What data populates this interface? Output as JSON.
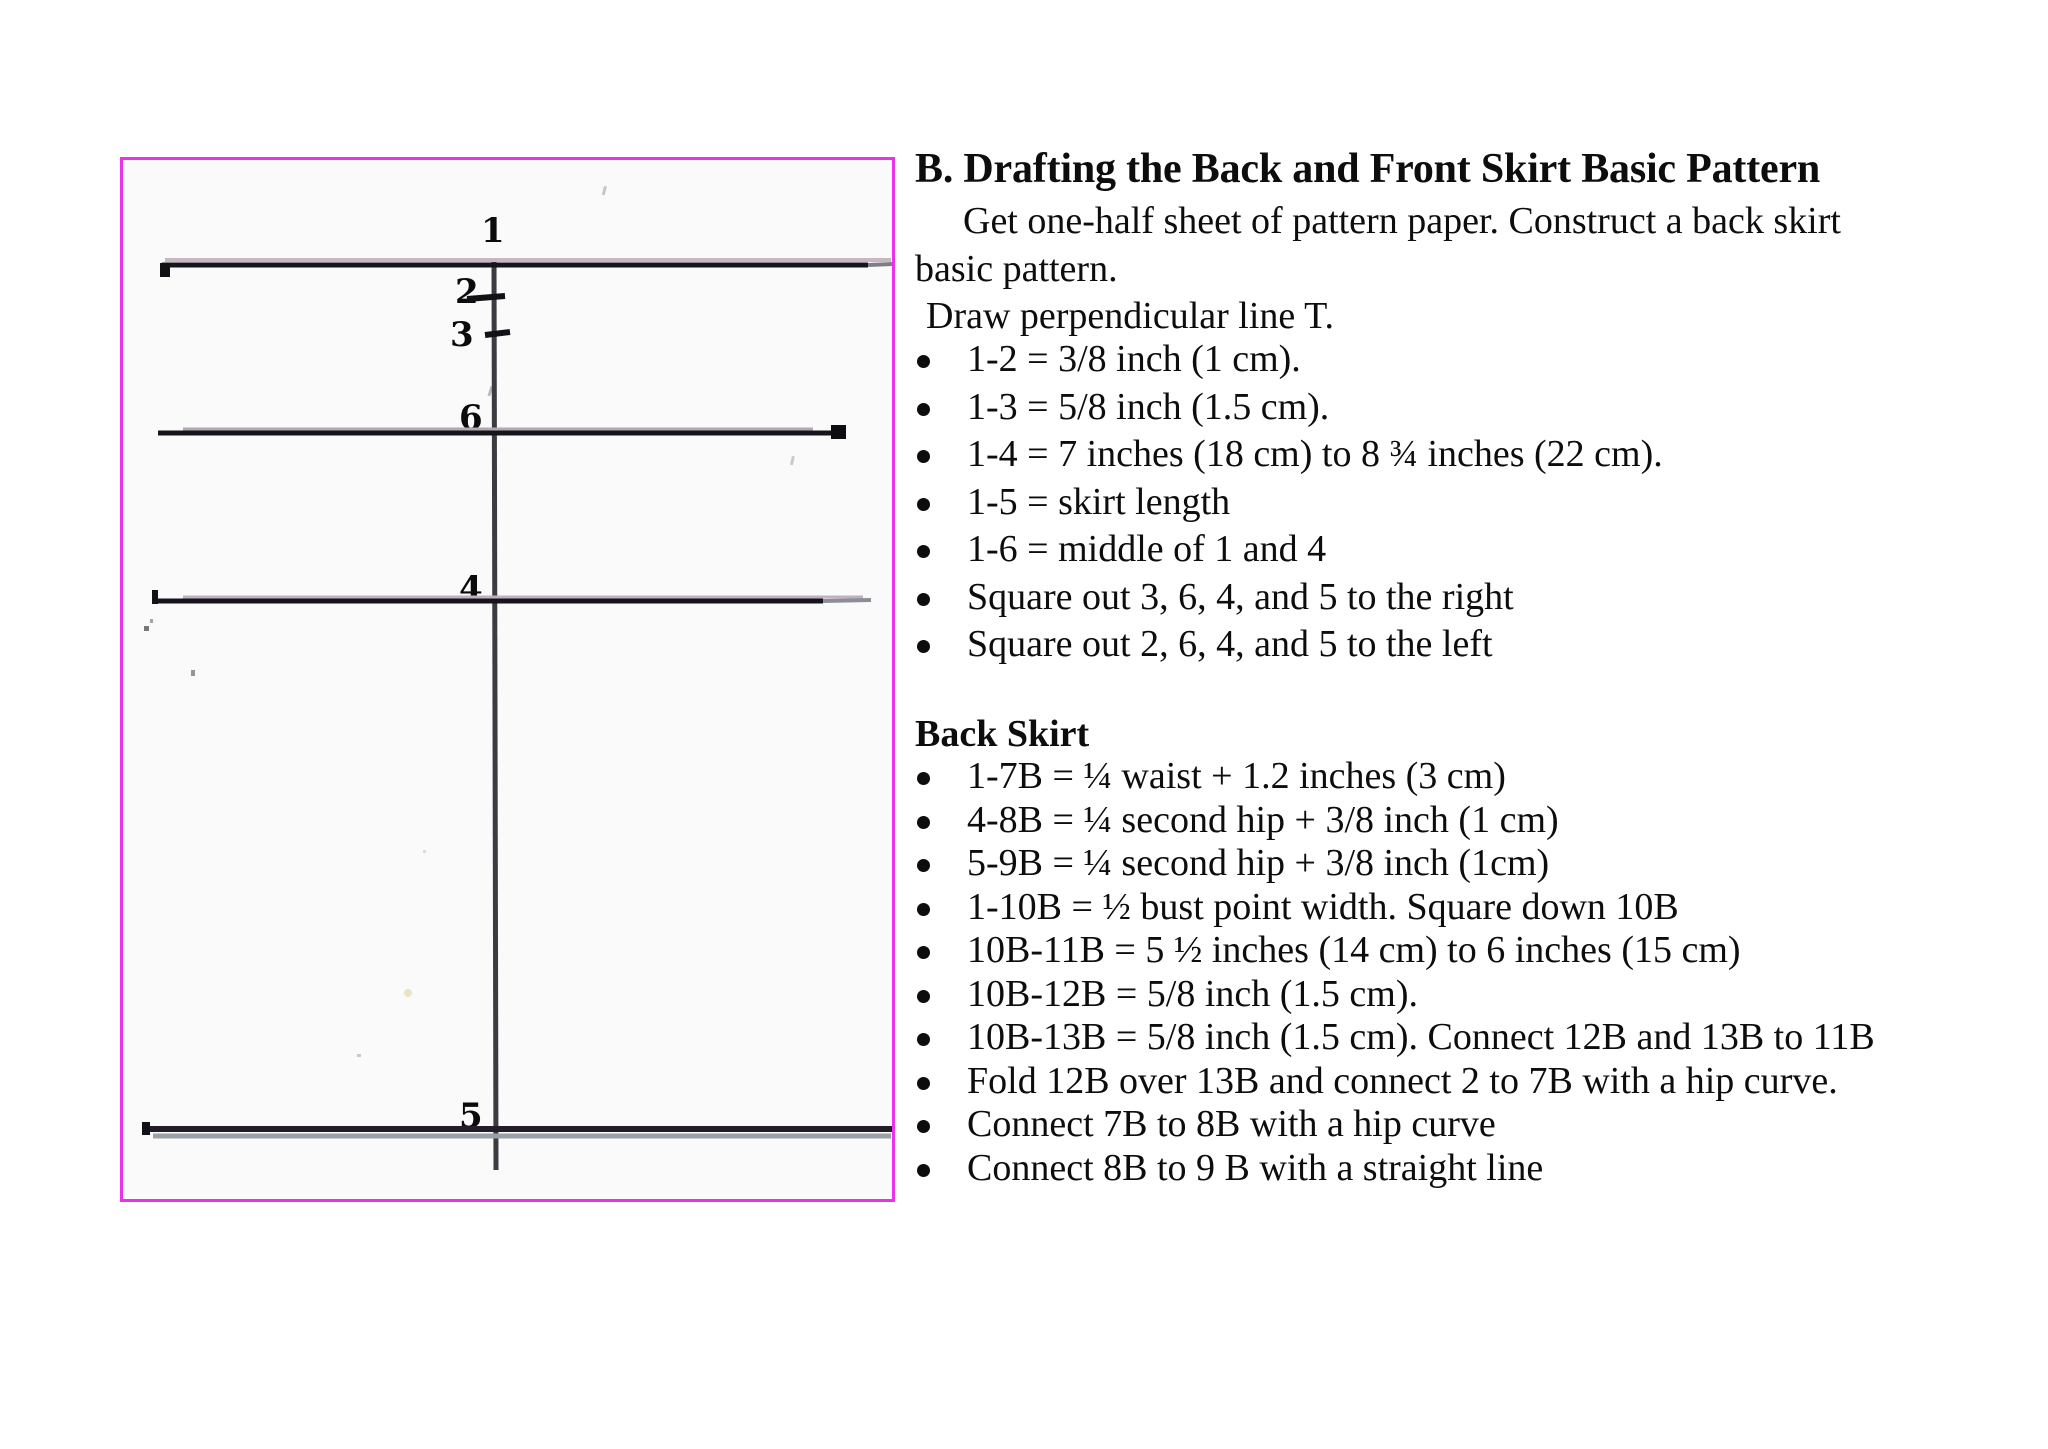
{
  "colors": {
    "diagram_border": "#ea33e8",
    "diagram_paper": "#fbfafa",
    "ink": "#15151b",
    "text": "#0d0d0d"
  },
  "diagram": {
    "labels": [
      "1",
      "2",
      "3",
      "6",
      "4",
      "5"
    ]
  },
  "content": {
    "heading": "B. Drafting the Back and Front Skirt Basic Pattern",
    "intro_line1": "Get one-half sheet of pattern paper. Construct a back skirt",
    "intro_line2": "basic pattern.",
    "intro_line3": "Draw perpendicular line T.",
    "construction_steps": [
      "1-2 = 3/8 inch (1 cm).",
      "1-3 = 5/8 inch (1.5 cm).",
      "1-4 = 7 inches (18 cm) to 8 ¾ inches (22 cm).",
      "1-5 = skirt length",
      "1-6 = middle of 1 and 4",
      "Square out 3, 6, 4, and 5 to the right",
      "Square out 2, 6, 4, and 5 to the left"
    ],
    "back_skirt_heading": "Back Skirt",
    "back_skirt_steps": [
      "1-7B = ¼ waist + 1.2 inches (3 cm)",
      "4-8B = ¼ second hip + 3/8 inch (1 cm)",
      "5-9B = ¼ second hip + 3/8 inch (1cm)",
      "1-10B = ½ bust point width. Square down 10B",
      "10B-11B = 5 ½ inches (14 cm) to 6 inches (15 cm)",
      "10B-12B = 5/8 inch (1.5 cm).",
      "10B-13B = 5/8 inch (1.5 cm). Connect 12B and 13B to 11B",
      "Fold 12B over 13B and connect 2 to 7B with a hip curve.",
      "Connect 7B to 8B with a hip curve",
      "Connect 8B to 9 B with a straight line"
    ]
  }
}
